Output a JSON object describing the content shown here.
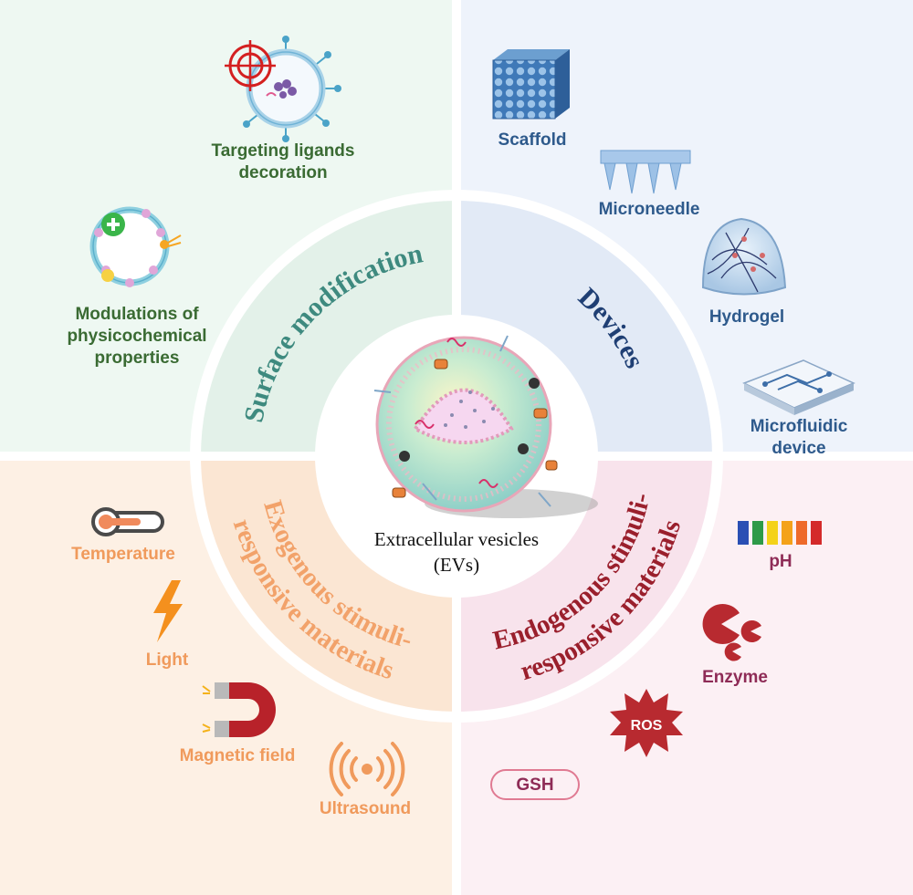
{
  "center": {
    "line1": "Extracellular vesicles",
    "line2": "(EVs)"
  },
  "sections": {
    "surface": {
      "title": "Surface modification",
      "items": [
        {
          "line1": "Targeting ligands",
          "line2": "decoration"
        },
        {
          "line1": "Modulations of",
          "line2": "physicochemical",
          "line3": "properties"
        }
      ]
    },
    "devices": {
      "title": "Devices",
      "items": [
        "Scaffold",
        "Microneedle",
        "Hydrogel"
      ],
      "microfluidic": {
        "line1": "Microfluidic",
        "line2": "device"
      }
    },
    "exogenous": {
      "title_line1": "Exogenous stimuli-",
      "title_line2": "responsive materials",
      "items": [
        "Temperature",
        "Light",
        "Magnetic field",
        "Ultrasound"
      ]
    },
    "endogenous": {
      "title_line1": "Endogenous stimuli-",
      "title_line2": "responsive materials",
      "items": [
        "pH",
        "Enzyme",
        "ROS",
        "GSH"
      ]
    }
  },
  "colors": {
    "surface_bg": "#eef8f2",
    "surface_ring": "#e3f1e9",
    "surface_text": "#3a6b33",
    "surface_title": "#3e8a7f",
    "devices_bg": "#eef3fb",
    "devices_ring": "#e2eaf6",
    "devices_text": "#2e5a8c",
    "devices_title": "#1f3f74",
    "exo_bg": "#fdf0e4",
    "exo_ring": "#fbe6d3",
    "exo_text": "#f09a5c",
    "endo_bg": "#fcf0f4",
    "endo_ring": "#f8e3ec",
    "endo_text": "#8e2b56",
    "endo_title": "#9a1f2c"
  },
  "icons": [
    "targeted-vesicle-icon",
    "modified-vesicle-icon",
    "scaffold-icon",
    "microneedle-icon",
    "hydrogel-icon",
    "microfluidic-chip-icon",
    "thermometer-icon",
    "lightning-icon",
    "magnet-icon",
    "ultrasound-icon",
    "ph-strip-icon",
    "enzyme-icon",
    "ros-burst-icon",
    "gsh-badge-icon",
    "extracellular-vesicle-icon"
  ]
}
